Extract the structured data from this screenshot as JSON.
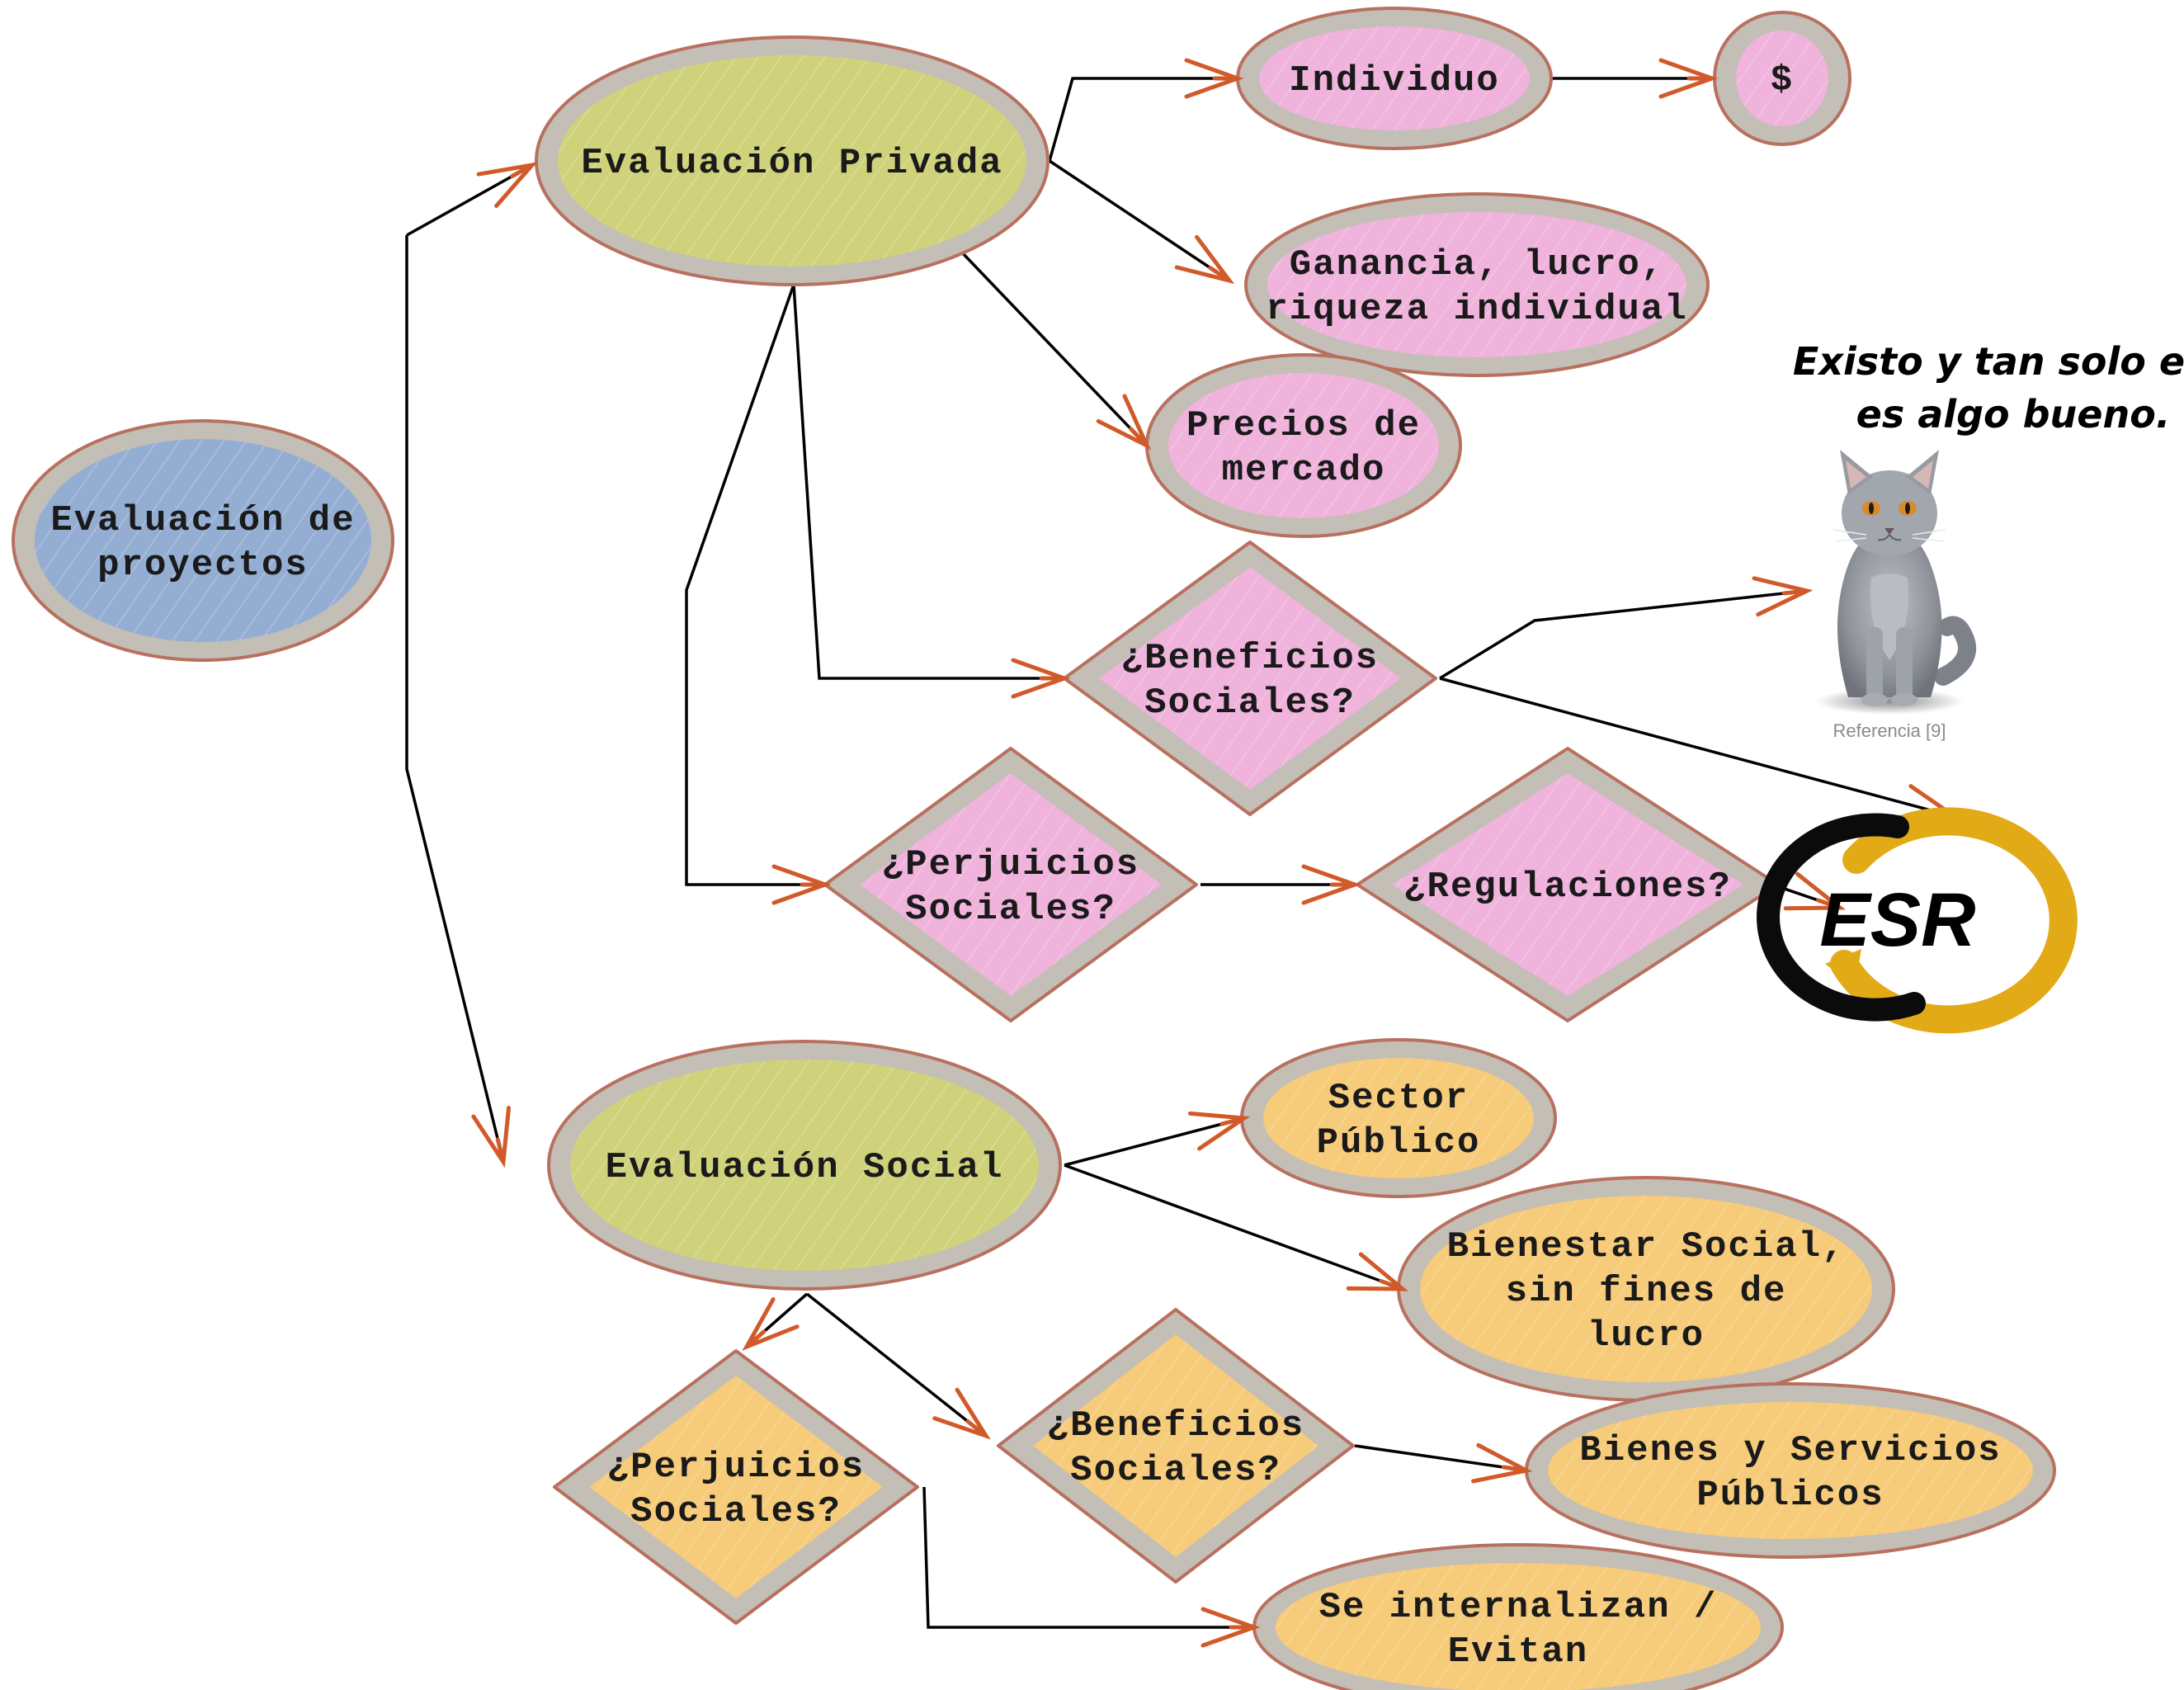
{
  "colors": {
    "blue_fill": "#94aed3",
    "olive_fill": "#cfd27a",
    "pink_fill": "#efb3dc",
    "orange_fill": "#f6cb79",
    "node_ring": "#c3beb6",
    "node_outline": "#b8705f",
    "arrowhead": "#d15a2a",
    "esr_gold": "#e2aa16",
    "esr_black": "#0b0b0b"
  },
  "nodes": {
    "root": {
      "lines": [
        "Evaluación de",
        "proyectos"
      ]
    },
    "private_eval": {
      "lines": [
        "Evaluación Privada"
      ]
    },
    "individuo": {
      "lines": [
        "Individuo"
      ]
    },
    "dollar": {
      "lines": [
        "$"
      ]
    },
    "ganancia": {
      "lines": [
        "Ganancia, lucro,",
        "riqueza individual"
      ]
    },
    "precios": {
      "lines": [
        "Precios de",
        "mercado"
      ]
    },
    "beneficios_priv": {
      "lines": [
        "¿Beneficios",
        "Sociales?"
      ]
    },
    "perjuicios_priv": {
      "lines": [
        "¿Perjuicios",
        "Sociales?"
      ]
    },
    "regulaciones": {
      "lines": [
        "¿Regulaciones?"
      ]
    },
    "social_eval": {
      "lines": [
        "Evaluación Social"
      ]
    },
    "sector_publico": {
      "lines": [
        "Sector",
        "Público"
      ]
    },
    "bienestar": {
      "lines": [
        "Bienestar Social,",
        "sin fines de",
        "lucro"
      ]
    },
    "perjuicios_soc": {
      "lines": [
        "¿Perjuicios",
        "Sociales?"
      ]
    },
    "beneficios_soc": {
      "lines": [
        "¿Beneficios",
        "Sociales?"
      ]
    },
    "bienes": {
      "lines": [
        "Bienes y Servicios",
        "Públicos"
      ]
    },
    "internalizan": {
      "lines": [
        "Se internalizan /",
        "Evitan"
      ]
    }
  },
  "annotations": {
    "quote_lines": [
      "Existo y tan solo eso",
      "es algo bueno."
    ],
    "reference": "Referencia [9]",
    "logo_text": "ESR"
  },
  "icons": {
    "cat": "cat-photo-icon",
    "logo": "esr-logo-icon"
  }
}
